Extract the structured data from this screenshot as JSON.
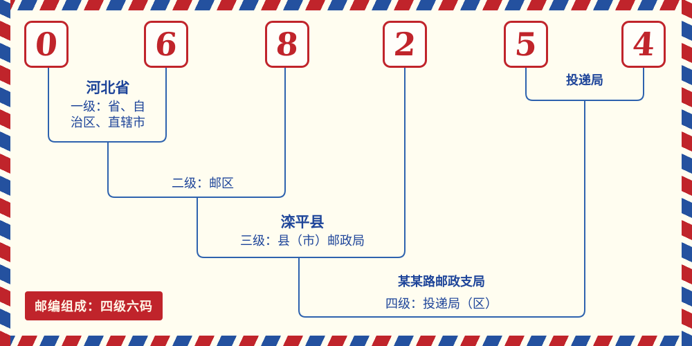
{
  "colors": {
    "red": "#c0242b",
    "blue": "#1d4499",
    "line": "#2e62ae",
    "cream": "#fffdf0"
  },
  "digits": [
    "0",
    "6",
    "8",
    "2",
    "5",
    "4"
  ],
  "labels": {
    "level1_title": "河北省",
    "level1_desc_line1": "一级：省、自",
    "level1_desc_line2": "治区、直辖市",
    "level2": "二级：邮区",
    "level3_title": "滦平县",
    "level3_desc": "三级：县（市）邮政局",
    "level4_title": "某某路邮政支局",
    "level4_desc": "四级：投递局（区）",
    "delivery_office": "投递局",
    "composition": "邮编组成：四级六码"
  }
}
